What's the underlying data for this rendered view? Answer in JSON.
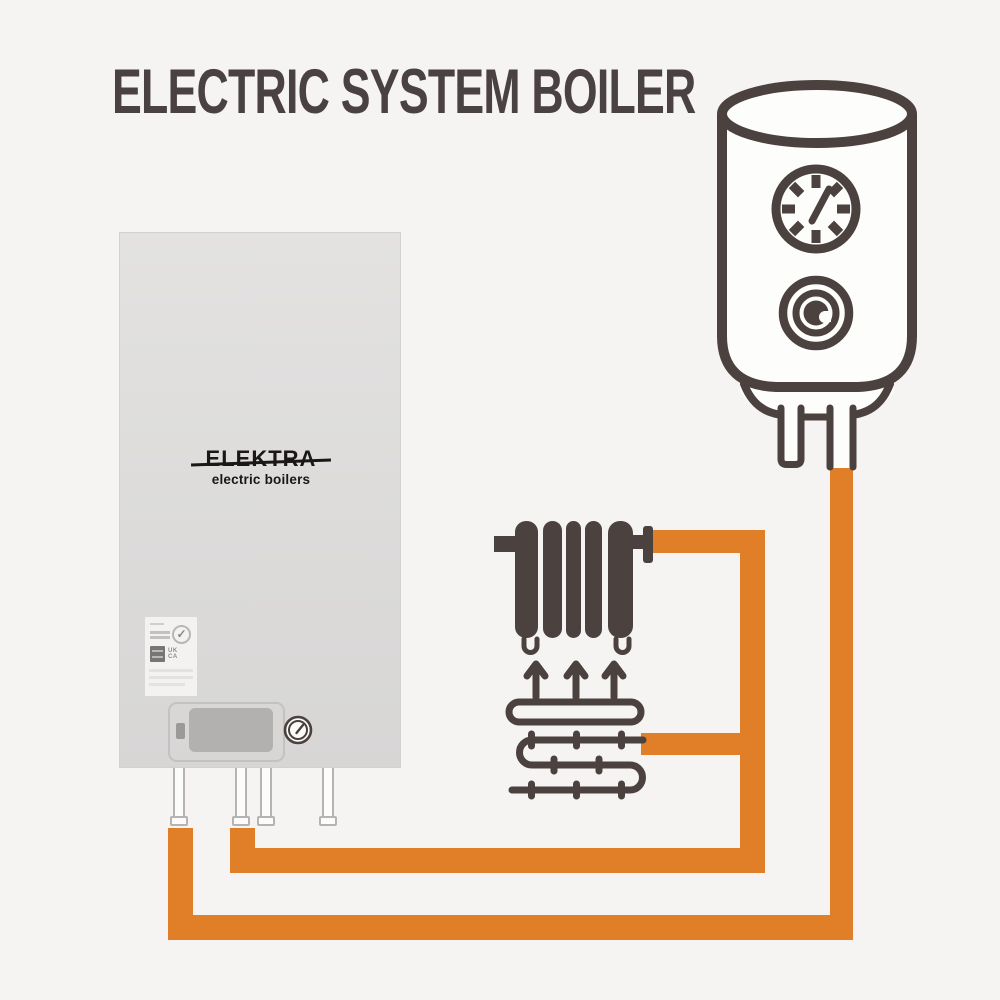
{
  "title": "ELECTRIC SYSTEM BOILER",
  "palette": {
    "background": "#F5F4F2",
    "line_dark": "#4B413F",
    "pipe_orange": "#E07F28",
    "boiler_body_gray": "#DCDBDA",
    "panel_screen_gray": "#B2B1B0"
  },
  "boiler_unit": {
    "brand": "ELEKTRA",
    "brand_tagline": "electric boilers",
    "certification_label": {
      "checkmark": "✓",
      "marking_line1": "UK",
      "marking_line2": "CA"
    },
    "connection_pipes": 4
  },
  "hot_water_cylinder": {
    "gauge": "temperature-gauge",
    "port": "heating-element"
  },
  "radiator": {
    "sections": 5
  },
  "underfloor_heating": {
    "heat_arrows": 3
  },
  "pipework": {
    "color": "#E07F28",
    "circuits": [
      "cylinder-primary",
      "radiator-underfloor-heating"
    ]
  }
}
